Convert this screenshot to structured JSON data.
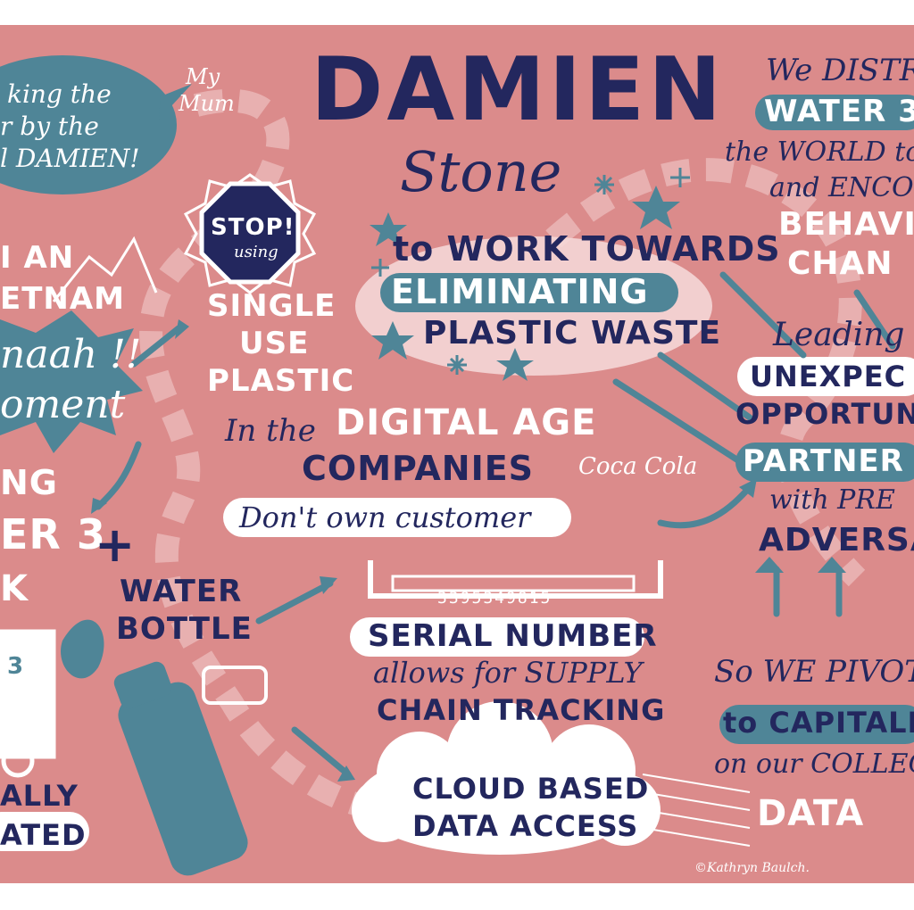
{
  "title": {
    "first_name": "DAMIEN",
    "last_name": "Stone"
  },
  "top_left": {
    "speech_bubble": [
      "king the",
      "r by the",
      "l DAMIEN!"
    ],
    "my_mum": [
      "My",
      "Mum"
    ]
  },
  "left_column": {
    "trip": [
      "I AN",
      "ETNAM"
    ],
    "aha": [
      "naah !!",
      "oment"
    ],
    "water3": [
      "NG",
      "ER 3",
      "K"
    ],
    "water_bottle": [
      "WATER",
      "BOTTLE"
    ],
    "plus": "+",
    "bottom": [
      "ALLY",
      "ATED"
    ],
    "cart_label": "3"
  },
  "stop_sign": {
    "word": "STOP!",
    "sub": "using"
  },
  "single_use": [
    "SINGLE",
    "USE",
    "PLASTIC"
  ],
  "mission": {
    "line1": "to WORK TOWARDS",
    "line2": "ELIMINATING",
    "line3": "PLASTIC WASTE"
  },
  "digital": {
    "line1_script": "In the",
    "line1_caps": "DIGITAL AGE",
    "line2": "COMPANIES",
    "line3": "Don't own customer"
  },
  "coca_cola": "Coca Cola",
  "serial": {
    "code": "3395349815",
    "title": "SERIAL NUMBER",
    "line2": "allows for SUPPLY",
    "line3": "CHAIN TRACKING"
  },
  "cloud": [
    "CLOUD BASED",
    "DATA ACCESS"
  ],
  "right_column": {
    "distribute": [
      "We DISTR",
      "WATER 3",
      "the WORLD to",
      "and ENCOU",
      "BEHAVI",
      "CHAN"
    ],
    "leading": [
      "Leading",
      "UNEXPEC",
      "OPPORTUN"
    ],
    "partners": [
      "PARTNER",
      "with PRE",
      "ADVERSA"
    ],
    "pivot": [
      "So WE PIVOT",
      "to CAPITALIS",
      "on our COLLEC",
      "DATA"
    ]
  },
  "signature": "©Kathryn Baulch.",
  "colors": {
    "background": "#db8b8b",
    "navy": "#23275e",
    "teal": "#4f8597",
    "white": "#ffffff"
  }
}
